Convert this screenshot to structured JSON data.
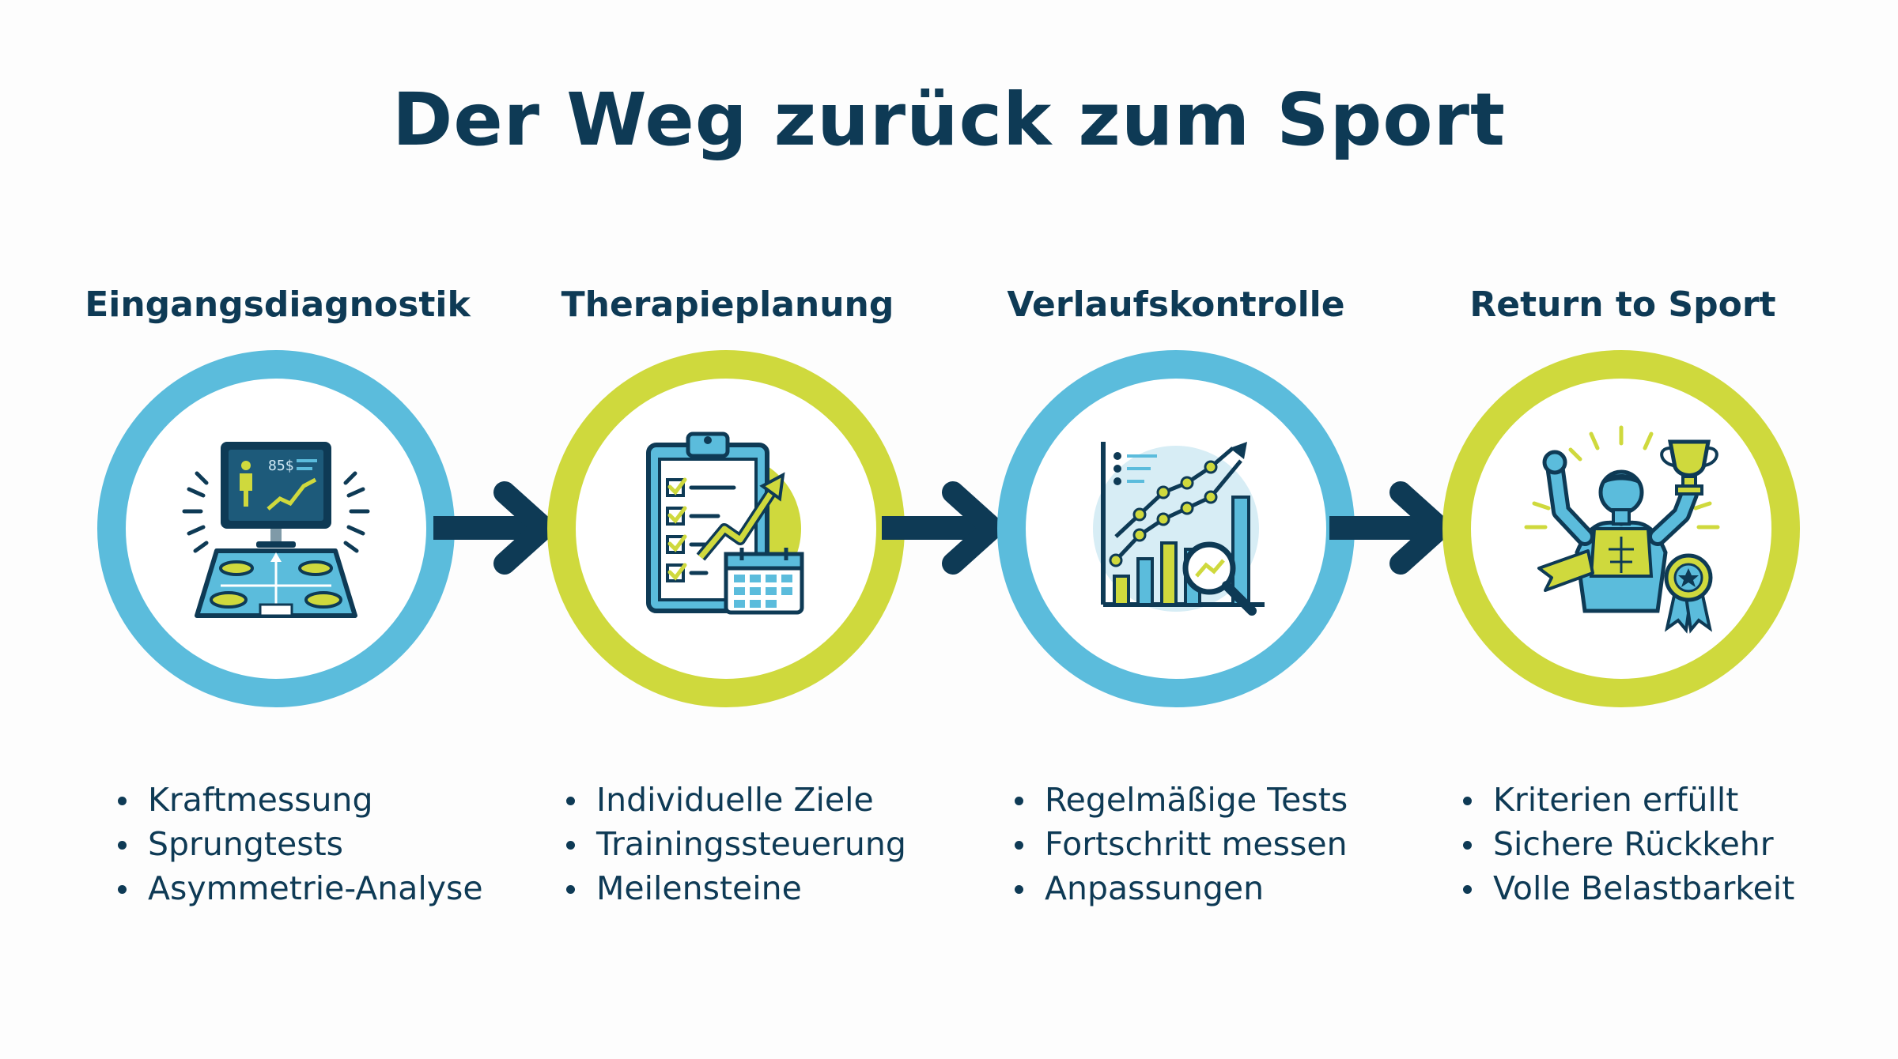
{
  "title": "Der Weg zurück zum Sport",
  "colors": {
    "navy": "#0e3a55",
    "blue": "#5bbcdc",
    "lime": "#cfd93d"
  },
  "steps": [
    {
      "title": "Eingangsdiagnostik",
      "ring_color": "blue",
      "icon": "force-plate-monitor-icon",
      "monitor_text": "85$",
      "bullets": [
        "Kraftmessung",
        "Sprungtests",
        "Asymmetrie-Analyse"
      ]
    },
    {
      "title": "Therapieplanung",
      "ring_color": "green",
      "icon": "clipboard-plan-icon",
      "bullets": [
        "Individuelle Ziele",
        "Trainingssteuerung",
        "Meilensteine"
      ]
    },
    {
      "title": "Verlaufskontrolle",
      "ring_color": "blue",
      "icon": "progress-chart-icon",
      "bullets": [
        "Regelmäßige Tests",
        "Fortschritt messen",
        "Anpassungen"
      ]
    },
    {
      "title": "Return to Sport",
      "ring_color": "green",
      "icon": "athlete-trophy-icon",
      "bullets": [
        "Kriterien erfüllt",
        "Sichere Rückkehr",
        "Volle Belastbarkeit"
      ]
    }
  ]
}
